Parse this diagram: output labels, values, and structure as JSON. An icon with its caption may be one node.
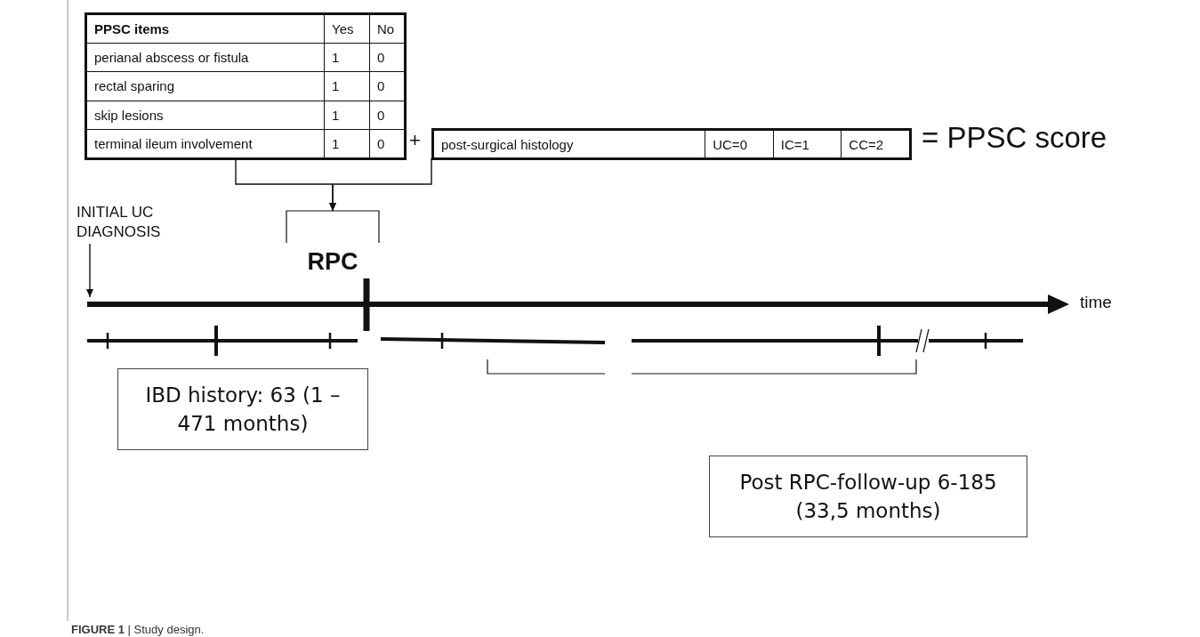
{
  "diagram": {
    "caption": "**FIGURE 1** | Study design.",
    "nodes": [
      {
        "text": [
          "PPSC items",
          "Yes",
          "No",
          "perianal abscess or fistula",
          "1",
          "0",
          "rectal sparing",
          "1",
          "0",
          "skip lesions",
          "1",
          "0",
          "terminal ileum involvement",
          "1",
          "0"
        ]
      },
      {
        "text": [
          "post-surgical histology",
          "UC=0",
          "IC=1",
          "CC=2"
        ]
      },
      {
        "text": [],
        "shape": "bracket",
        "beside": [
          "RPC"
        ]
      },
      {
        "text": [
          "INITIAL UC DIAGNOSIS"
        ]
      },
      {
        "text": [
          "IBD history: 63 (1 – 471 months)"
        ]
      },
      {
        "text": [
          "Post RPC-follow-up 6-185 (33,5 months)"
        ]
      }
    ],
    "edges": [
      {
        "from": 0,
        "to": 2,
        "arrow": "to"
      },
      {
        "from": 1,
        "to": 2,
        "arrow": "to"
      },
      {
        "from": 3,
        "to": null,
        "arrow": "to"
      }
    ],
    "labels": [
      "+",
      "= PPSC score",
      "time"
    ]
  }
}
